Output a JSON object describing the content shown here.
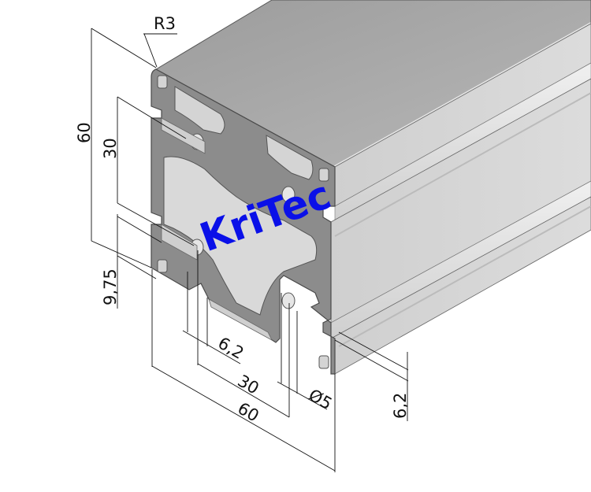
{
  "drawing": {
    "subject": "Aluminium T-slot extrusion profile 60x60 (isometric)",
    "watermark": {
      "text": "KriTec",
      "color": "#0a10e8"
    },
    "colors": {
      "top_face": "#a8a8a8",
      "side_face": "#d2d2d2",
      "groove": "#e8e8e8",
      "section": "#8a8a8a",
      "section_edge": "#555555",
      "dimension_line": "#111111"
    },
    "dimensions": {
      "corner_radius": "R3",
      "height_total": "60",
      "height_half": "30",
      "slot_offset": "9,75",
      "slot_width": "6,2",
      "width_half": "30",
      "width_total": "60",
      "bore_diameter": "Ø5",
      "slot_width_side": "6,2"
    }
  }
}
